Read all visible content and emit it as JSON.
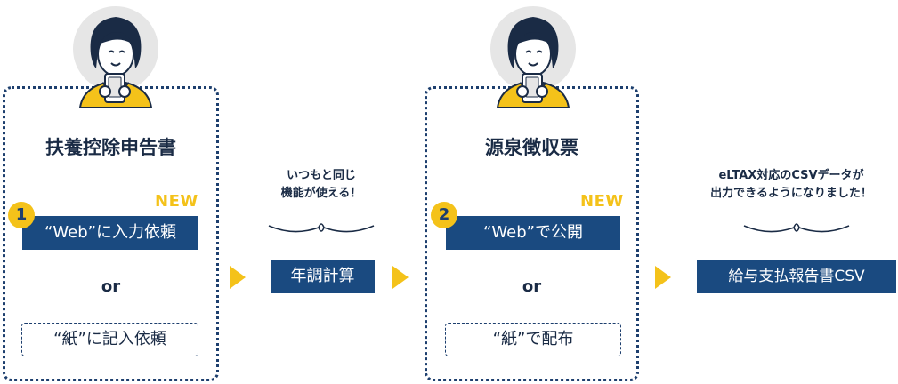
{
  "panel1": {
    "title": "扶養控除申告書",
    "new_badge": "NEW",
    "step": "1",
    "primary_label": "“Web”に入力依頼",
    "or_label": "or",
    "alt_label": "“紙”に記入依頼"
  },
  "note1": {
    "line1": "いつもと同じ",
    "line2": "機能が使える！"
  },
  "process_label": "年調計算",
  "panel2": {
    "title": "源泉徴収票",
    "new_badge": "NEW",
    "step": "2",
    "primary_label": "“Web”で公開",
    "or_label": "or",
    "alt_label": "“紙”で配布"
  },
  "note2": {
    "line1": "eLTAX対応のCSVデータが",
    "line2": "出力できるようになりました！"
  },
  "result_label": "給与支払報告書CSV",
  "colors": {
    "navy": "#1a4a80",
    "yellow": "#f4c21a",
    "dotted_border": "#1d3f6e"
  }
}
